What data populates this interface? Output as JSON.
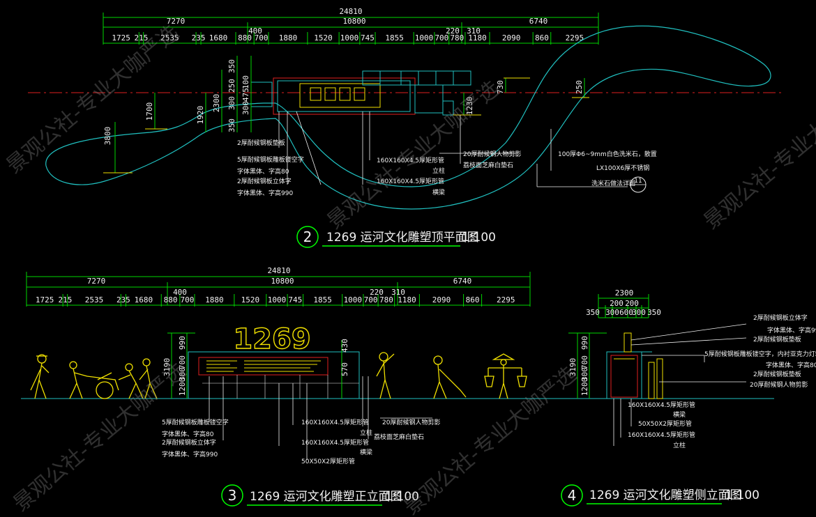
{
  "plan_title": {
    "num": "2",
    "text": "1269 运河文化雕塑顶平面图",
    "scale": "1:100"
  },
  "front_title": {
    "num": "3",
    "text": "1269 运河文化雕塑正立面图",
    "scale": "1:100"
  },
  "side_title": {
    "num": "4",
    "text": "1269 运河文化雕塑侧立面图",
    "scale": "1:100"
  },
  "total_dim": "24810",
  "mid_dims": [
    "7270",
    "10800",
    "6740"
  ],
  "plan_400": "400",
  "plan_220": "220",
  "plan_310": "310",
  "fine_dims": [
    "1725",
    "215",
    "2535",
    "235",
    "1680",
    "880",
    "700",
    "1880",
    "1520",
    "1000",
    "745",
    "1855",
    "1000",
    "700",
    "780",
    "1180",
    "2090",
    "860",
    "2295"
  ],
  "plan_vdims": {
    "d3800": "3800",
    "d1700": "1700",
    "d1920": "1920",
    "d2300": "2300",
    "d350a": "350",
    "d350b": "350",
    "d250a": "250",
    "d100": "100",
    "d475": "475",
    "d300a": "300",
    "d300b": "300",
    "d730": "730",
    "d1230": "1230",
    "d250b": "250"
  },
  "plan_notes": [
    "2厚耐候钢板垫板",
    "5厚耐候钢板雕板镂空字",
    "字体黑体、字高80",
    "2厚耐候钢板立体字",
    "字体黑体、字高990",
    "160X160X4.5厚矩形管",
    "立柱",
    "160X160X4.5厚矩形管",
    "横梁",
    "20厚耐候钢人物剪影",
    "荔枝面芝麻白垫石",
    "100厚Φ6~9mm白色洗米石，散置",
    "LX100X6厚不锈钢",
    "洗米石做法详图"
  ],
  "plan_callout": "11",
  "sign_text": "1269",
  "front_vdims": {
    "d3190": "3190",
    "d990": "990",
    "d700": "700",
    "d300": "300",
    "d1200": "1200",
    "d430": "430",
    "d570": "570"
  },
  "front_notes": [
    "5厚耐候钢板雕板镂空字",
    "字体黑体、字高80",
    "2厚耐候钢板立体字",
    "字体黑体、字高990",
    "160X160X4.5厚矩形管",
    "立柱",
    "160X160X4.5厚矩形管",
    "横梁",
    "50X50X2厚矩形管",
    "20厚耐候钢人物剪影",
    "荔枝面芝麻白垫石"
  ],
  "side_dims": {
    "w2300": "2300",
    "w200a": "200",
    "w200b": "200",
    "w350a": "350",
    "w300a": "300",
    "w600": "600",
    "w300b": "300",
    "w350b": "350",
    "h3190": "3190",
    "h990": "990",
    "h700": "700",
    "h300": "300",
    "h1200": "1200"
  },
  "side_notes_right": [
    "2厚耐候钢板立体字",
    "字体黑体、字高990",
    "2厚耐候钢板垫板",
    "5厚耐候钢板雕板镂空字，内衬亚克力灯箱",
    "字体黑体、字高80",
    "2厚耐候钢板垫板",
    "20厚耐候钢人物剪影"
  ],
  "side_notes_below": [
    "160X160X4.5厚矩形管",
    "横梁",
    "50X50X2厚矩形管",
    "160X160X4.5厚矩形管",
    "立柱"
  ],
  "watermark": "景观公社-专业大咖严选",
  "colors": {
    "dim": "#00d600",
    "text": "#f2f2f2",
    "cyan": "#20c0c0",
    "yellow": "#f0e000",
    "red": "#e02020",
    "green": "#00ff00",
    "bg": "#000000"
  }
}
